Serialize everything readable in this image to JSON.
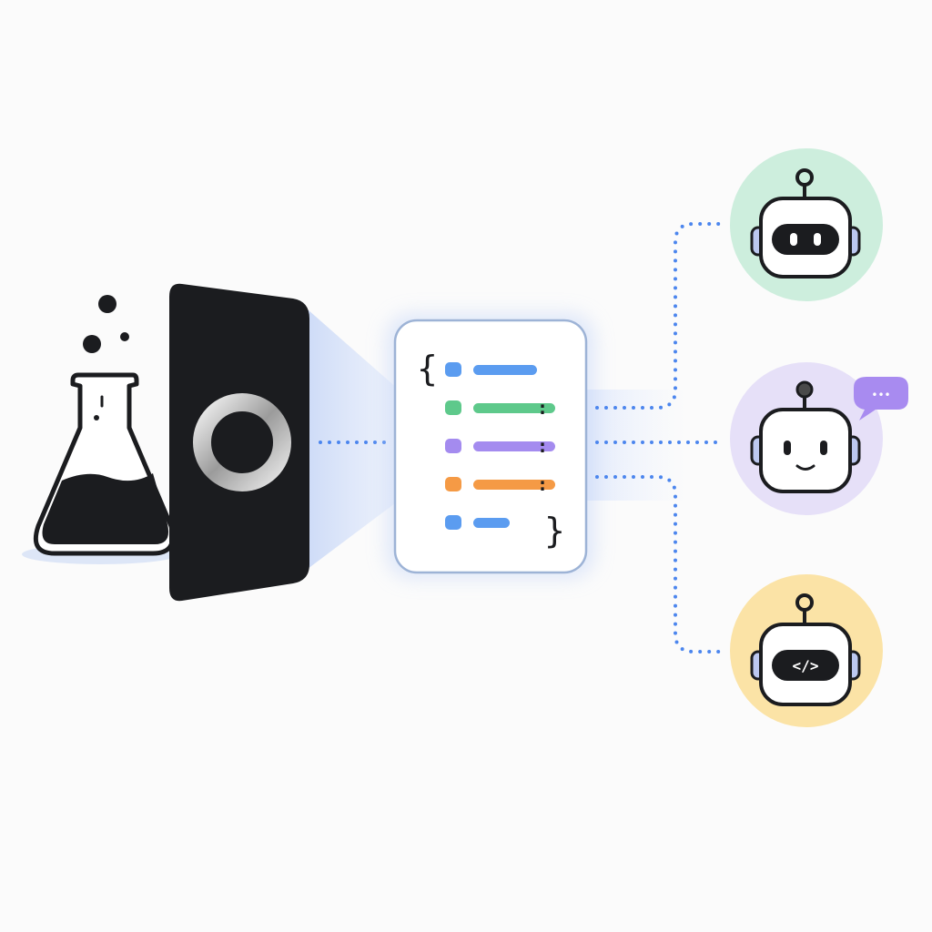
{
  "diagram": {
    "nodes": [
      {
        "id": "lab-flask",
        "icon": "flask-icon"
      },
      {
        "id": "portal-panel",
        "icon": "ring-portal-icon"
      },
      {
        "id": "json-card",
        "icon": "structured-data-icon"
      },
      {
        "id": "robot-green",
        "icon": "robot-icon",
        "accent": "#cdeedd"
      },
      {
        "id": "robot-purple",
        "icon": "robot-chat-icon",
        "accent": "#e6e0f8"
      },
      {
        "id": "robot-yellow",
        "icon": "robot-code-icon",
        "accent": "#fbe3a6"
      }
    ],
    "json_card": {
      "open_brace": "{",
      "close_brace": "}",
      "rows": [
        {
          "color": "#5b9cf0",
          "separator": ""
        },
        {
          "color": "#5ec98b",
          "separator": ":"
        },
        {
          "color": "#a48bef",
          "separator": ":"
        },
        {
          "color": "#f59a45",
          "separator": ":"
        },
        {
          "color": "#5b9cf0",
          "separator": ""
        }
      ]
    },
    "chat_bubble_text": "•••",
    "code_tag_text": "</>",
    "colors": {
      "ink": "#1b1c1f",
      "connector": "#4c86ee",
      "card_border": "#9db3d6",
      "glow": "#c9d8f7",
      "robot_green_bg": "#cdeedd",
      "robot_purple_bg": "#e6e0f8",
      "robot_yellow_bg": "#fbe3a6",
      "bubble": "#a88bf0",
      "ear": "#bcc8f0"
    }
  }
}
